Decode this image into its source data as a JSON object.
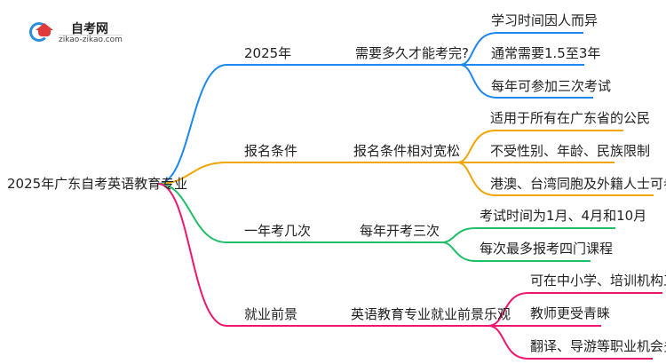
{
  "logo": {
    "name": "自考网",
    "url": "zikao-zikao.com"
  },
  "root": "2025年广东自考英语教育专业",
  "branches": [
    {
      "label": "2025年",
      "summary": "需要多久才能考完?",
      "color": "#1e87f0",
      "leaves": [
        "学习时间因人而异",
        "通常需要1.5至3年",
        "每年可参加三次考试"
      ]
    },
    {
      "label": "报名条件",
      "summary": "报名条件相对宽松",
      "color": "#f0a500",
      "leaves": [
        "适用于所有在广东省的公民",
        "不受性别、年龄、民族限制",
        "港澳、台湾同胞及外籍人士可参加"
      ]
    },
    {
      "label": "一年考几次",
      "summary": "每年开考三次",
      "color": "#1fbf6a",
      "leaves": [
        "考试时间为1月、4月和10月",
        "每次最多报考四门课程"
      ]
    },
    {
      "label": "就业前景",
      "summary": "英语教育专业就业前景乐观",
      "color": "#f0166e",
      "leaves": [
        "可在中小学、培训机构工作",
        "教师更受青睐",
        "翻译、导游等职业机会多"
      ]
    }
  ]
}
